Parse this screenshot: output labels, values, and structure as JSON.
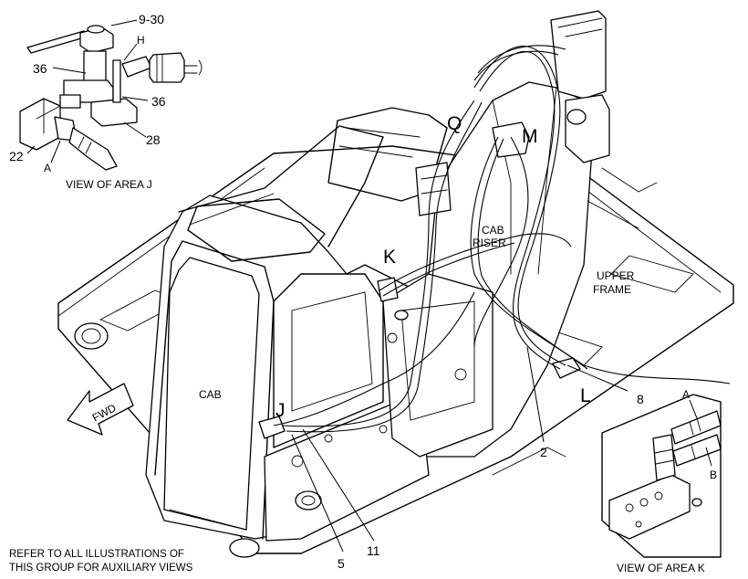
{
  "callouts": {
    "c_9_30": "9-30",
    "c_h": "H",
    "c_36a": "36",
    "c_36b": "36",
    "c_28": "28",
    "c_22": "22",
    "c_a_j": "A",
    "c_q": "Q",
    "c_m": "M",
    "c_k": "K",
    "c_j": "J",
    "c_l": "L",
    "c_8": "8",
    "c_2": "2",
    "c_5": "5",
    "c_11": "11",
    "c_a_k": "A",
    "c_b_k": "B"
  },
  "labels": {
    "view_area_j": "VIEW OF AREA J",
    "view_area_k": "VIEW OF AREA K",
    "cab": "CAB",
    "cab_riser_1": "CAB",
    "cab_riser_2": "RISER",
    "upper_frame_1": "UPPER",
    "upper_frame_2": "FRAME",
    "fwd": "FWD"
  },
  "footer": {
    "note_line1": "REFER TO ALL ILLUSTRATIONS OF",
    "note_line2": "THIS GROUP FOR AUXILIARY VIEWS"
  }
}
